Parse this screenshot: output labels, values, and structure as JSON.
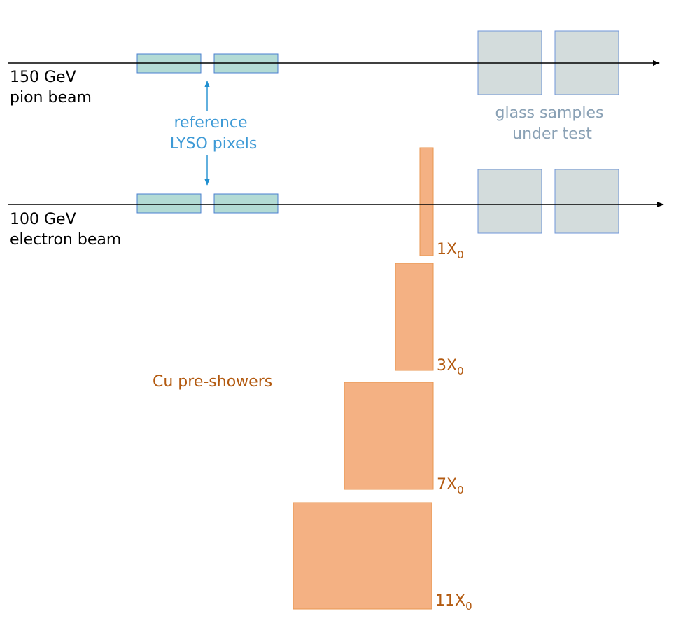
{
  "beams": {
    "pion": {
      "line1": "150 GeV",
      "line2": "pion beam"
    },
    "electron": {
      "line1": "100 GeV",
      "line2": "electron beam"
    }
  },
  "reference": {
    "line1": "reference",
    "line2": "LYSO pixels"
  },
  "glass": {
    "line1": "glass samples",
    "line2": "under test"
  },
  "preshower": {
    "title": "Cu pre-showers",
    "units_label": "X",
    "subscript": "0",
    "items": [
      {
        "thickness": "1"
      },
      {
        "thickness": "3"
      },
      {
        "thickness": "7"
      },
      {
        "thickness": "11"
      }
    ]
  },
  "colors": {
    "lyso_fill": "#b3dbd5",
    "lyso_stroke": "#4a7fd0",
    "glass_fill": "#d3dcdc",
    "glass_stroke": "#6f96d8",
    "copper_fill": "#f4b183",
    "copper_stroke": "#e8964f",
    "copper_text": "#b35a10",
    "reference_text": "#3e9ad6",
    "glass_text": "#8aa1b5",
    "beam": "#000000"
  }
}
